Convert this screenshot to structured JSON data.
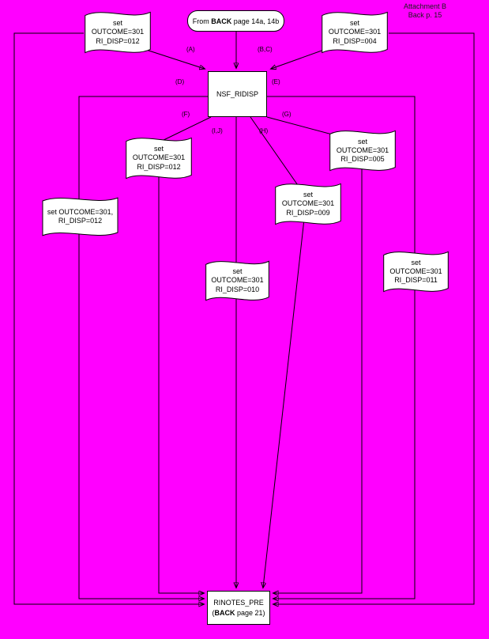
{
  "page": {
    "background": "#ff00ff",
    "corner_note": "Attachment B\nBack  p. 15"
  },
  "start": {
    "pre": "From ",
    "bold": "BACK",
    "post": " page 14a, 14b"
  },
  "process": {
    "label": "NSF_RIDISP"
  },
  "end": {
    "line1": "RINOTES_PRE",
    "line2_pre": "(",
    "line2_bold": "BACK",
    "line2_post": " page 21)"
  },
  "flags": [
    {
      "text": "set\nOUTCOME=301\nRI_DISP=012"
    },
    {
      "text": "set\nOUTCOME=301\nRI_DISP=004"
    },
    {
      "text": "set\nOUTCOME=301\nRI_DISP=012"
    },
    {
      "text": "set\nOUTCOME=301\nRI_DISP=005"
    },
    {
      "text": "set OUTCOME=301,\nRI_DISP=012"
    },
    {
      "text": "set\nOUTCOME=301\nRI_DISP=009"
    },
    {
      "text": "set\nOUTCOME=301\nRI_DISP=010"
    },
    {
      "text": "set\nOUTCOME=301\nRI_DISP=011"
    }
  ],
  "edge_labels": [
    "(A)",
    "(B,C)",
    "(D)",
    "(E)",
    "(F)",
    "(G)",
    "(I,J)",
    "(H)"
  ]
}
